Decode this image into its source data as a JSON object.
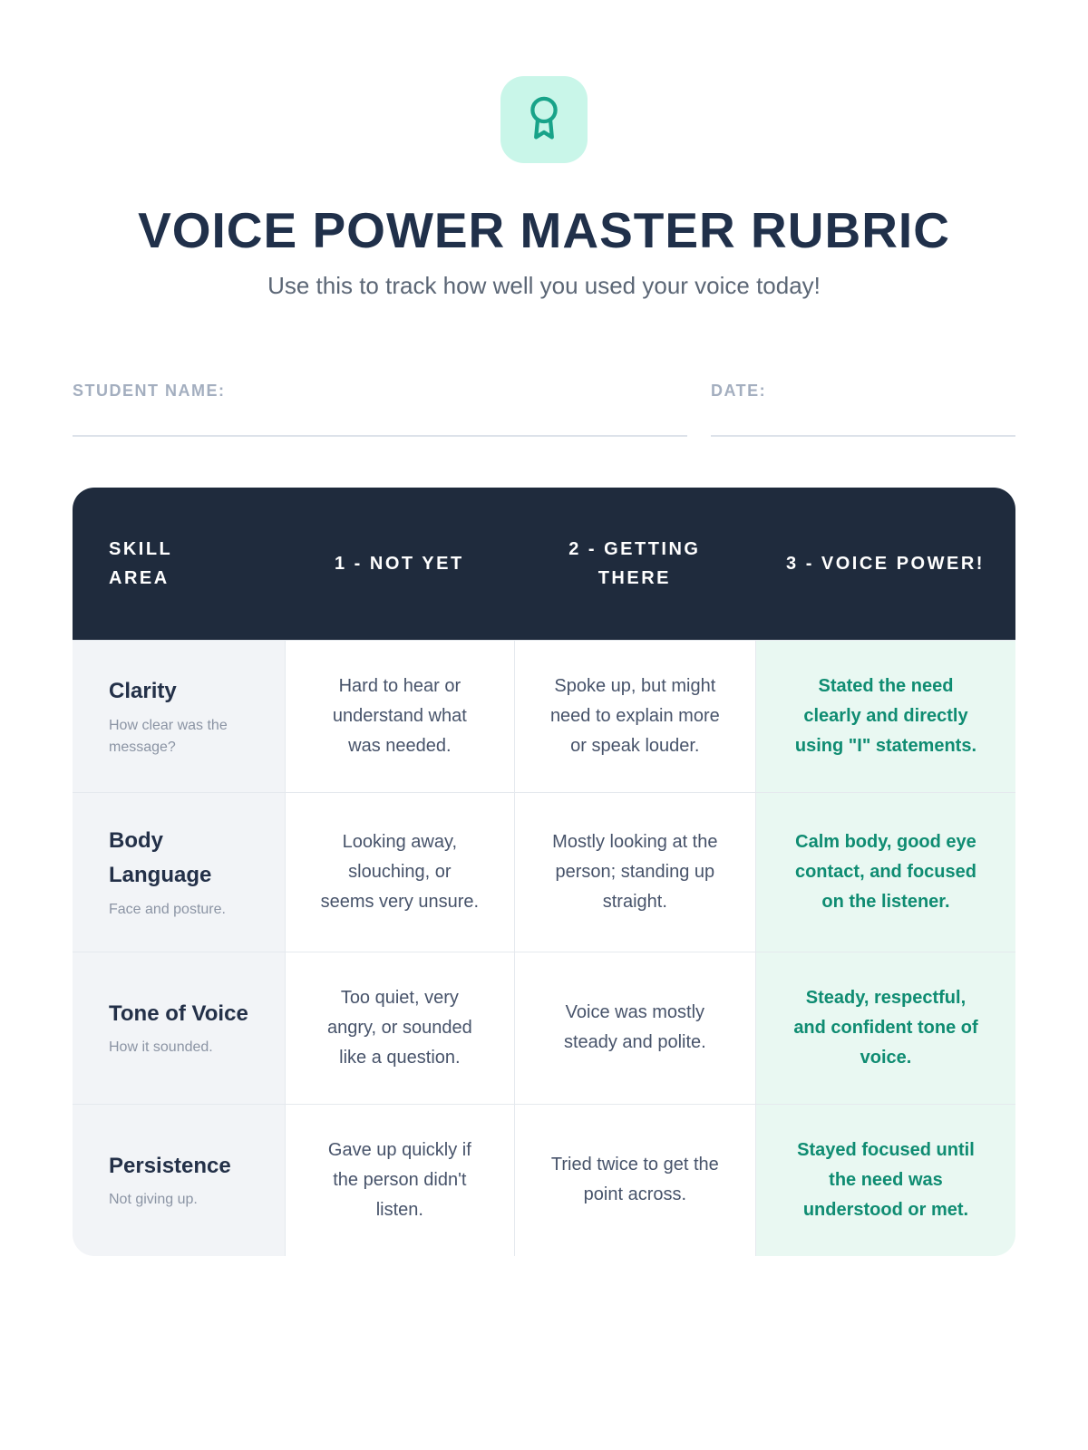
{
  "page": {
    "title": "VOICE POWER MASTER RUBRIC",
    "subtitle": "Use this to track how well you used your voice today!"
  },
  "icon": {
    "name": "award-ribbon-icon",
    "accent_color": "#18a389",
    "background_color": "#c9f6e9"
  },
  "colors": {
    "header_navy": "#1f2b3d",
    "skill_column_bg": "#f2f4f7",
    "power_column_bg": "#e9f8f2",
    "power_text": "#0f8c72"
  },
  "form": {
    "student_name_label": "STUDENT NAME:",
    "student_name_value": "",
    "date_label": "DATE:",
    "date_value": ""
  },
  "table": {
    "headers": [
      "SKILL\nAREA",
      "1 - NOT YET",
      "2 - GETTING THERE",
      "3 - VOICE POWER!"
    ],
    "rows": [
      {
        "skill": {
          "title": "Clarity",
          "subtitle": "How clear was the message?"
        },
        "level1": "Hard to hear or understand what was needed.",
        "level2": "Spoke up, but might need to explain more or speak louder.",
        "level3": "Stated the need clearly and directly using \"I\" statements."
      },
      {
        "skill": {
          "title": "Body Language",
          "subtitle": "Face and posture."
        },
        "level1": "Looking away, slouching, or seems very unsure.",
        "level2": "Mostly looking at the person; standing up straight.",
        "level3": "Calm body, good eye contact, and focused on the listener."
      },
      {
        "skill": {
          "title": "Tone of Voice",
          "subtitle": "How it sounded."
        },
        "level1": "Too quiet, very angry, or sounded like a question.",
        "level2": "Voice was mostly steady and polite.",
        "level3": "Steady, respectful, and confident tone of voice."
      },
      {
        "skill": {
          "title": "Persistence",
          "subtitle": "Not giving up."
        },
        "level1": "Gave up quickly if the person didn't listen.",
        "level2": "Tried twice to get the point across.",
        "level3": "Stayed focused until the need was understood or met."
      }
    ]
  }
}
